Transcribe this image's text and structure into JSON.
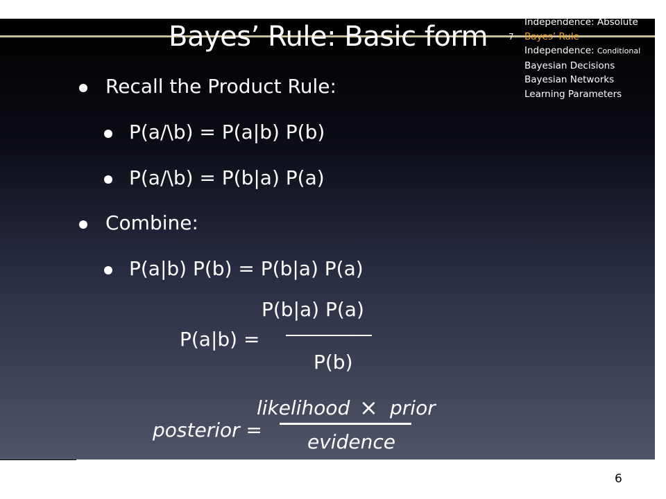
{
  "slide": {
    "title": "Bayes’ Rule: Basic form",
    "page_number": "6"
  },
  "toc": {
    "current_number": "7",
    "items": [
      {
        "text": "Independence: Absolute",
        "current": false
      },
      {
        "text": "Bayes’ Rule",
        "current": true
      },
      {
        "text": "Independence: ",
        "small": "Conditional",
        "current": false
      },
      {
        "text": "Bayesian Decisions",
        "current": false
      },
      {
        "text": "Bayesian Networks",
        "current": false
      },
      {
        "text": "Learning Parameters",
        "current": false
      }
    ],
    "colors": {
      "current": "#e9a428",
      "normal": "#ffffff"
    }
  },
  "bullets": [
    {
      "level": 1,
      "text": "Recall the Product Rule:"
    },
    {
      "level": 2,
      "text": "P(a/\\b) = P(a|b) P(b)"
    },
    {
      "level": 2,
      "text": "P(a/\\b) = P(b|a) P(a)"
    },
    {
      "level": 1,
      "text": "Combine:"
    },
    {
      "level": 2,
      "text": "P(a|b) P(b) = P(b|a) P(a)"
    }
  ],
  "bayes_formula": {
    "lhs": "P(a|b) =",
    "numerator": "P(b|a) P(a)",
    "denominator": "P(b)"
  },
  "word_formula": {
    "lhs": "posterior =",
    "numerator_left": "likelihood",
    "times": "×",
    "numerator_right": "prior",
    "denominator": "evidence"
  }
}
